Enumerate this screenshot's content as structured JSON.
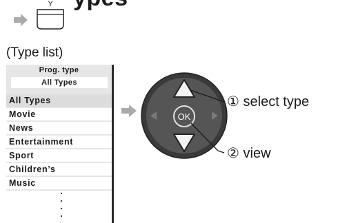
{
  "heading": "ypes",
  "remote": {
    "y_key_label": "Y"
  },
  "caption": "(Type list)",
  "type_list": {
    "title": "Prog. type",
    "current_value": "All Types",
    "items": [
      "All Types",
      "Movie",
      "News",
      "Entertainment",
      "Sport",
      "Children’s",
      "Music"
    ],
    "selected_index": 0
  },
  "dpad": {
    "ok_label": "OK"
  },
  "callouts": [
    {
      "number": "①",
      "text": "select type"
    },
    {
      "number": "②",
      "text": "view"
    }
  ],
  "colors": {
    "arrow": "#aaaaaa",
    "dpad_ring": "#3a3a3a",
    "dpad_inner": "#555555",
    "selected_row": "#dcdcdc",
    "panel": "#e6e6e6"
  }
}
